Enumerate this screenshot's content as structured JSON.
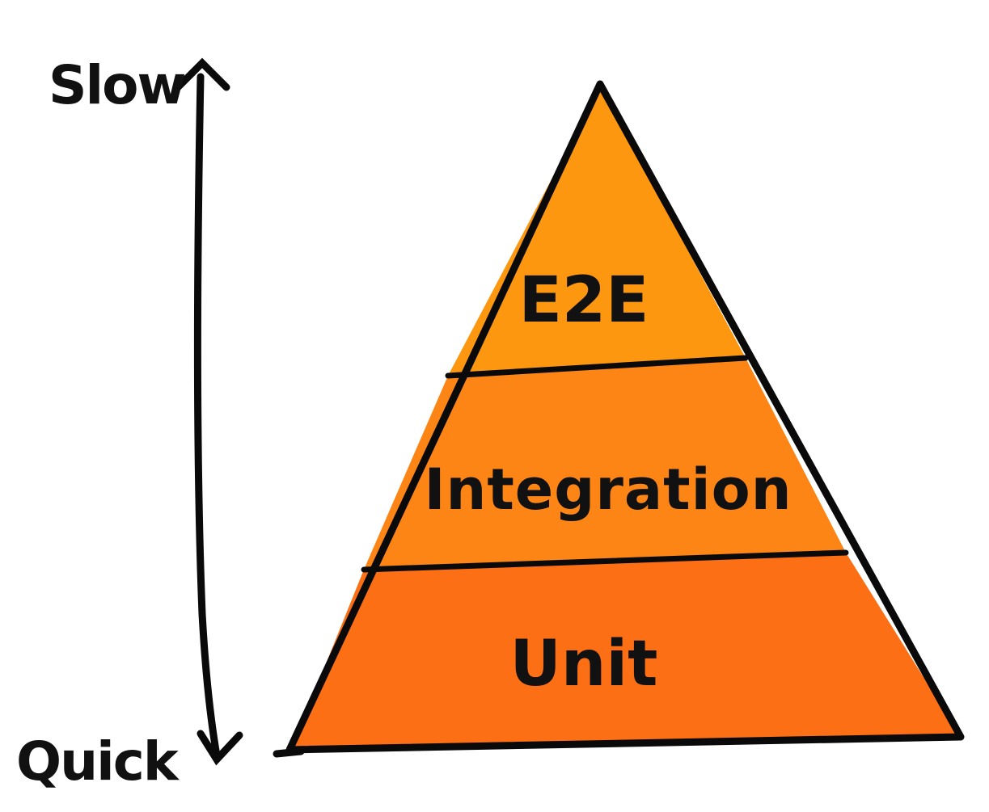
{
  "axis": {
    "top_label": "Slow",
    "bottom_label": "Quick"
  },
  "pyramid": {
    "layers": [
      {
        "label": "E2E",
        "color": "#fd9710"
      },
      {
        "label": "Integration",
        "color": "#fd8515"
      },
      {
        "label": "Unit",
        "color": "#fd6f15"
      }
    ]
  },
  "colors": {
    "ink": "#0a0a0a",
    "background": "#ffffff"
  }
}
